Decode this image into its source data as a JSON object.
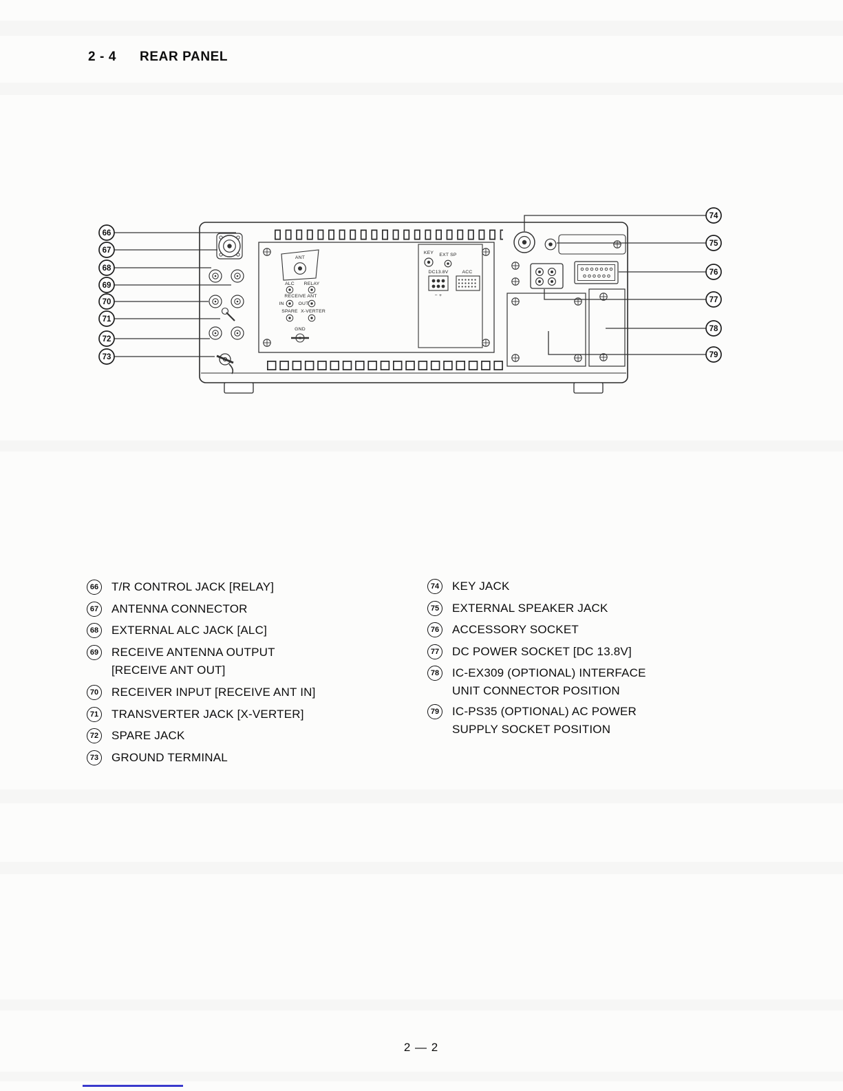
{
  "header": {
    "section": "2 - 4",
    "title": "REAR PANEL"
  },
  "diagram": {
    "callouts_left": [
      "66",
      "67",
      "68",
      "69",
      "70",
      "71",
      "72",
      "73"
    ],
    "callouts_right": [
      "74",
      "75",
      "76",
      "77",
      "78",
      "79"
    ],
    "panel_labels": {
      "ant": "ANT",
      "alc": "ALC",
      "relay": "RELAY",
      "receive_ant": "RECEIVE ANT",
      "in": "IN",
      "out": "OUT",
      "spare": "SPARE",
      "x_verter": "X-VERTER",
      "gnd": "GND",
      "key": "KEY",
      "ext_sp": "EXT SP",
      "dc_voltage": "DC13.8V",
      "polarity": "− +",
      "acc": "ACC"
    }
  },
  "legend": {
    "left": [
      {
        "num": "66",
        "line1": "T/R CONTROL JACK [RELAY]"
      },
      {
        "num": "67",
        "line1": "ANTENNA CONNECTOR"
      },
      {
        "num": "68",
        "line1": "EXTERNAL ALC JACK [ALC]"
      },
      {
        "num": "69",
        "line1": "RECEIVE ANTENNA OUTPUT",
        "line2": "[RECEIVE ANT OUT]"
      },
      {
        "num": "70",
        "line1": "RECEIVER INPUT [RECEIVE ANT IN]"
      },
      {
        "num": "71",
        "line1": "TRANSVERTER JACK [X-VERTER]"
      },
      {
        "num": "72",
        "line1": "SPARE JACK"
      },
      {
        "num": "73",
        "line1": "GROUND TERMINAL"
      }
    ],
    "right": [
      {
        "num": "74",
        "line1": "KEY JACK"
      },
      {
        "num": "75",
        "line1": "EXTERNAL SPEAKER JACK"
      },
      {
        "num": "76",
        "line1": "ACCESSORY SOCKET"
      },
      {
        "num": "77",
        "line1": "DC POWER SOCKET [DC 13.8V]"
      },
      {
        "num": "78",
        "line1": "IC-EX309 (OPTIONAL) INTERFACE",
        "line2": "UNIT CONNECTOR POSITION"
      },
      {
        "num": "79",
        "line1": "IC-PS35 (OPTIONAL) AC POWER",
        "line2": "SUPPLY SOCKET POSITION"
      }
    ]
  },
  "footer": {
    "page_number": "2 — 2"
  }
}
